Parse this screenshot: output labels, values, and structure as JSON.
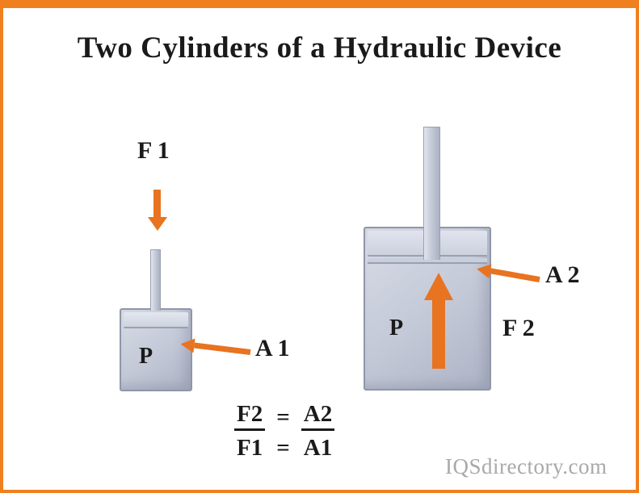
{
  "title": "Two Cylinders of a Hydraulic Device",
  "watermark": "IQSdirectory.com",
  "colors": {
    "accent": "#E87320",
    "frame": "#F0801F",
    "cyl-border": "#8F96A8",
    "text": "#1A1A1A",
    "watermark": "#A9A9A9"
  },
  "small_cylinder": {
    "force_label": "F 1",
    "pressure_label": "P",
    "area_label": "A 1"
  },
  "large_cylinder": {
    "force_label": "F 2",
    "pressure_label": "P",
    "area_label": "A 2"
  },
  "formula": {
    "numerator_left": "F2",
    "equals_top": "=",
    "numerator_right": "A2",
    "denominator_left": "F1",
    "equals_bottom": "=",
    "denominator_right": "A1"
  }
}
